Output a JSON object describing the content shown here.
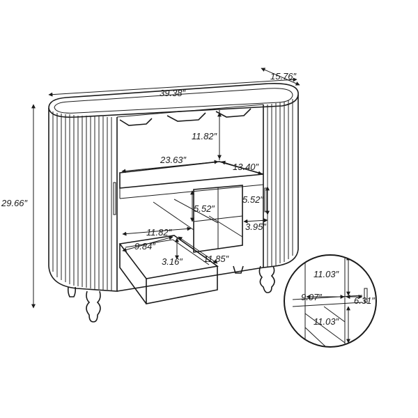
{
  "dimensions": {
    "width": "39.38″",
    "depth": "15.76″",
    "height": "29.66″",
    "rack_height": "11.82″",
    "shelf_width": "23.63″",
    "shelf_depth": "13.40″",
    "cubby_height_left": "5.52″",
    "cubby_height_right": "5.52″",
    "cubby_width": "3.95″",
    "drawer_width": "11.82″",
    "drawer_depth": "9.84″",
    "drawer_height": "3.16″",
    "drawer_length": "11.85″"
  },
  "inset": {
    "upper_height": "11.03″",
    "inner_width": "9.07″",
    "door_width": "6.31″",
    "lower_height": "11.03″"
  }
}
